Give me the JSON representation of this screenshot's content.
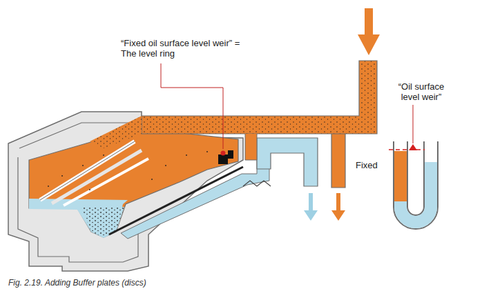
{
  "diagram": {
    "caption": "Fig. 2.19. Adding Buffer plates (discs)",
    "labels": [
      "“Fixed oil surface level weir” = The level ring",
      "“Oil surface level weir”",
      "Fixed"
    ]
  }
}
